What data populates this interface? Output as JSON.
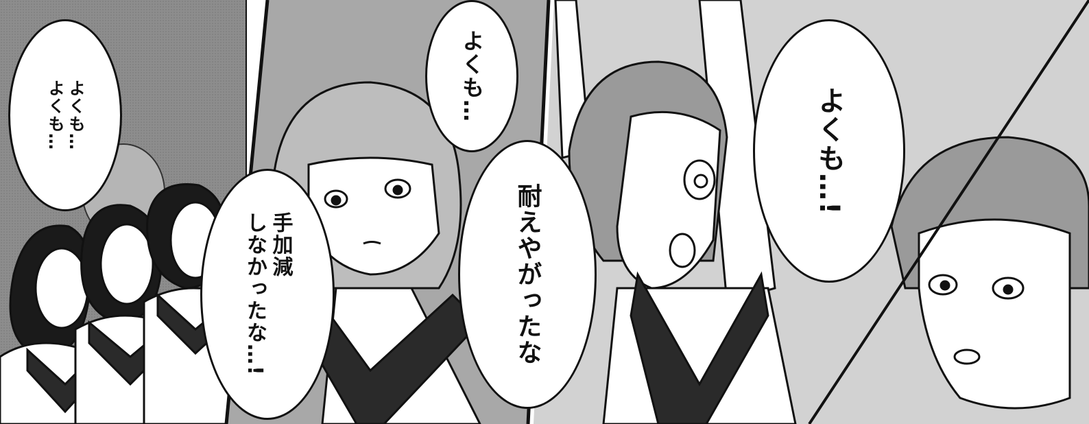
{
  "colors": {
    "panel_bg_left": "#8a8a8a",
    "panel_bg_mid": "#a9a9a9",
    "panel_bg_right": "#cfcfcf",
    "line": "#111111",
    "uniform_collar": "#2a2a2a",
    "skin": "#ffffff",
    "hair_gray": "#9a9a9a"
  },
  "dialogue": {
    "bubble_left": "よくも…\nよくも…",
    "bubble_mid_top": "よくも…",
    "bubble_mid_main": "手加減\nしなかったな…!",
    "bubble_center": "耐えやがったな",
    "bubble_right": "よくも…!"
  }
}
